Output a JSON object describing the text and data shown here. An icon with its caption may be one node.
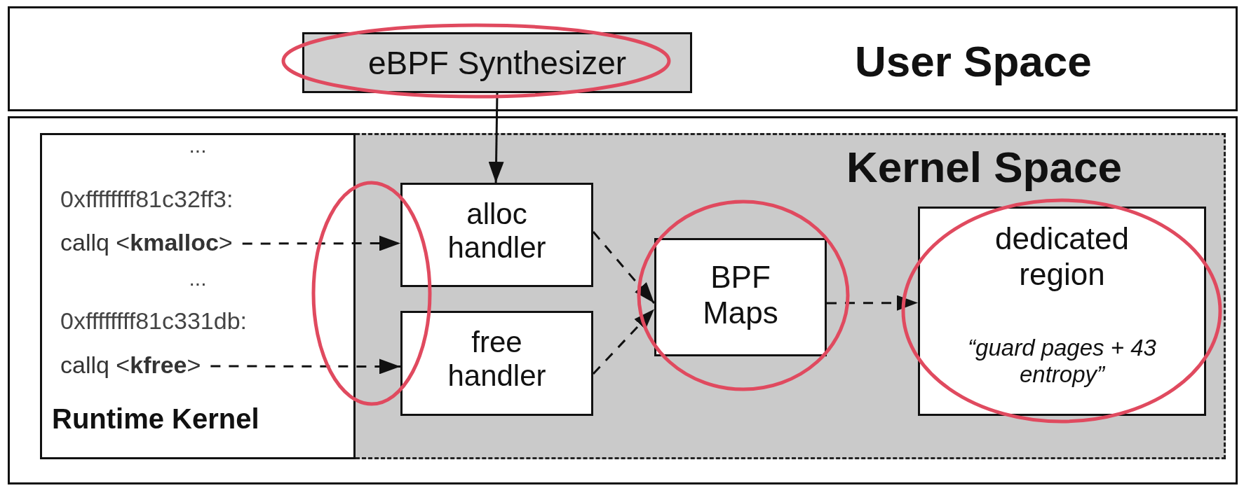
{
  "diagram": {
    "nodes": [
      {
        "text": [
          "User Space"
        ]
      },
      {
        "text": [
          "eBPF Synthesizer"
        ],
        "in": 0
      },
      {
        "text": [
          "...",
          "0xffffffff81c32ff3:",
          "...",
          "0xffffffff81c331db:",
          "Runtime Kernel"
        ]
      },
      {
        "text": [
          "callq <**kmalloc**>"
        ],
        "in": 2
      },
      {
        "text": [
          "callq <**kfree**>"
        ],
        "in": 2
      },
      {
        "text": [
          "Kernel Space"
        ]
      },
      {
        "text": [
          "alloc handler"
        ],
        "in": 5
      },
      {
        "text": [
          "free handler"
        ],
        "in": 5
      },
      {
        "text": [
          "BPF Maps"
        ],
        "in": 5
      },
      {
        "text": [
          "dedicated region",
          "“guard pages + 43 entropy”"
        ],
        "in": 5
      }
    ],
    "edges": [
      {
        "from": 1,
        "to": 6,
        "arrow": "to"
      },
      {
        "from": 3,
        "to": 6,
        "arrow": "to",
        "style": "dashed"
      },
      {
        "from": 4,
        "to": 7,
        "arrow": "to",
        "style": "dashed"
      },
      {
        "from": 6,
        "to": 8,
        "arrow": "to",
        "style": "dashed"
      },
      {
        "from": 7,
        "to": 8,
        "arrow": "to",
        "style": "dashed"
      },
      {
        "from": 8,
        "to": 9,
        "arrow": "to",
        "style": "dashed"
      }
    ]
  }
}
